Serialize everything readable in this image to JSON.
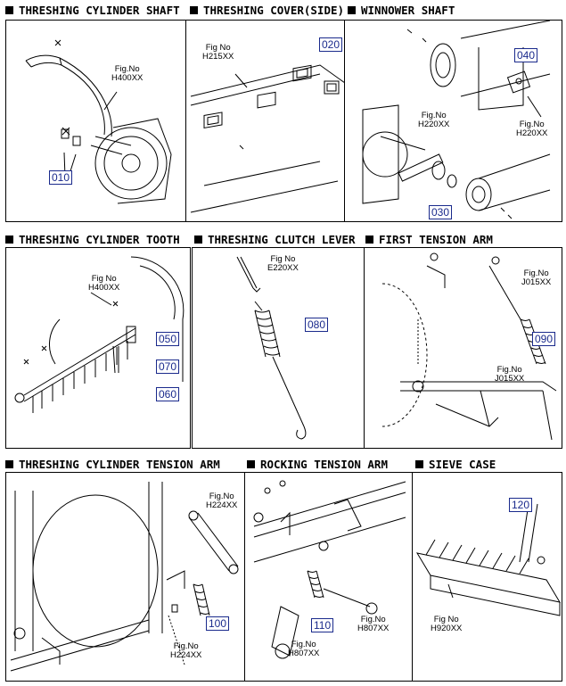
{
  "sections": {
    "threshing_cylinder_shaft": {
      "title": "THRESHING CYLINDER SHAFT",
      "fig": "Fig.No",
      "code": "H400XX",
      "callouts": [
        "010"
      ]
    },
    "threshing_cover_side": {
      "title": "THRESHING COVER(SIDE)",
      "fig": "Fig No",
      "code": "H215XX",
      "callouts": [
        "020"
      ]
    },
    "winnower_shaft": {
      "title": "WINNOWER SHAFT",
      "fig": "Fig.No",
      "code": "H220XX",
      "fig2": "Fig.No",
      "code2": "H220XX",
      "callouts": [
        "040",
        "030"
      ]
    },
    "threshing_cylinder_tooth": {
      "title": "THRESHING CYLINDER TOOTH",
      "fig": "Fig No",
      "code": "H400XX",
      "callouts": [
        "050",
        "070",
        "060"
      ]
    },
    "threshing_clutch_lever": {
      "title": "THRESHING CLUTCH LEVER",
      "fig": "Fig No",
      "code": "E220XX",
      "callouts": [
        "080"
      ]
    },
    "first_tension_arm": {
      "title": "FIRST TENSION ARM",
      "fig": "Fig.No",
      "code": "J015XX",
      "fig2": "Fig.No",
      "code2": "J015XX",
      "callouts": [
        "090"
      ]
    },
    "threshing_cylinder_tension_arm": {
      "title": "THRESHING CYLINDER TENSION ARM",
      "fig": "Fig.No",
      "code": "H224XX",
      "fig2": "Fig.No",
      "code2": "H224XX",
      "callouts": [
        "100"
      ]
    },
    "rocking_tension_arm": {
      "title": "ROCKING TENSION ARM",
      "fig": "Fig.No",
      "code": "H807XX",
      "fig2": "Fig.No",
      "code2": "H807XX",
      "callouts": [
        "110"
      ]
    },
    "sieve_case": {
      "title": "SIEVE CASE",
      "fig": "Fig No",
      "code": "H920XX",
      "callouts": [
        "120"
      ]
    }
  },
  "colors": {
    "callout": "#1a2a8c",
    "line": "#000000"
  }
}
